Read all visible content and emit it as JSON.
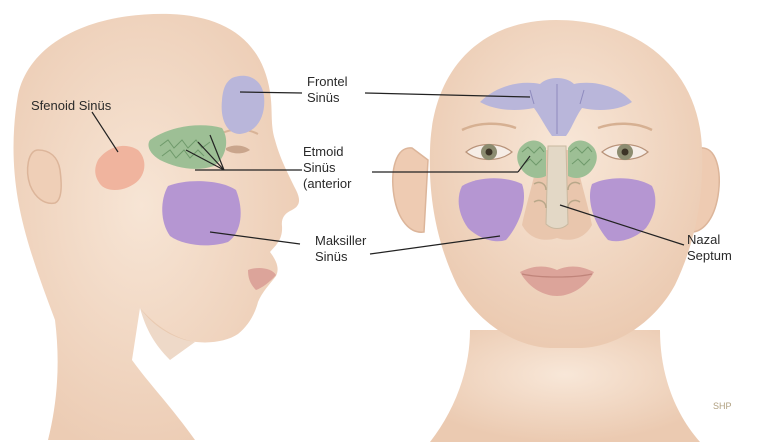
{
  "labels": {
    "sfenoid": [
      "Sfenoid Sinüs"
    ],
    "frontal": [
      "Frontel",
      "Sinüs"
    ],
    "etmoid": [
      "Etmoid",
      "Sinüs",
      "(anterior"
    ],
    "maksiller": [
      "Maksiller",
      "Sinüs"
    ],
    "nazal": [
      "Nazal",
      "Septum"
    ]
  },
  "signature": "SHP",
  "colors": {
    "skin": "#f3dcc8",
    "skin_shadow": "#e6c3a8",
    "frontal_sinus": "#b9b6da",
    "maxillary_sinus": "#b596d2",
    "ethmoid_sinus": "#9dbf95",
    "sphenoid_sinus": "#f0b49e",
    "lips": "#dca49a",
    "leader_line": "#222222"
  }
}
